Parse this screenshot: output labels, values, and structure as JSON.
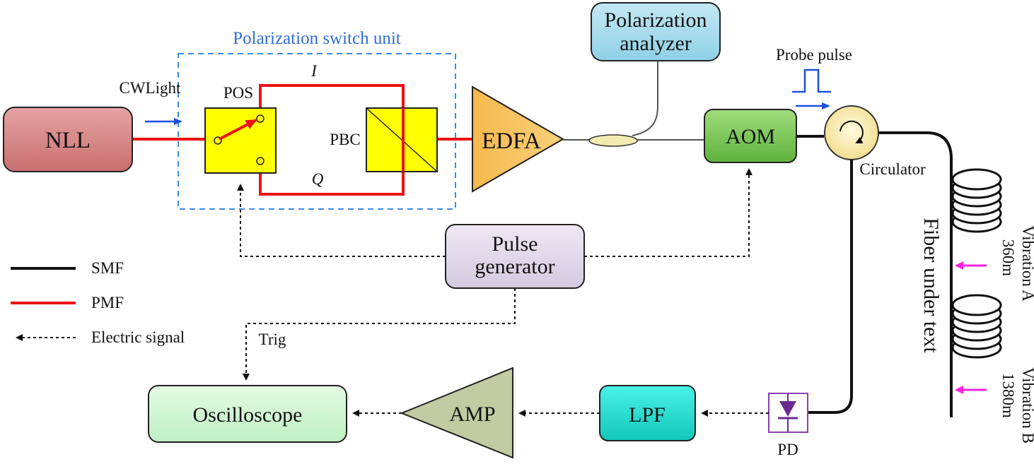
{
  "title": "Polarization switch unit",
  "blocks": {
    "nll": "NLL",
    "edfa": "EDFA",
    "analyzer_line1": "Polarization",
    "analyzer_line2": "analyzer",
    "aom": "AOM",
    "pulse_gen_line1": "Pulse",
    "pulse_gen_line2": "generator",
    "oscilloscope": "Oscilloscope",
    "amp": "AMP",
    "lpf": "LPF"
  },
  "labels": {
    "cwlight": "CWLight",
    "pos": "POS",
    "pbc": "PBC",
    "i_arm": "I",
    "q_arm": "Q",
    "probe_pulse": "Probe pulse",
    "circulator": "Circulator",
    "pd": "PD",
    "trig": "Trig",
    "fiber_under_test": "Fiber under text",
    "vibration_a": "Vibration A",
    "vibration_a_pos": "360m",
    "vibration_b": "Vibration B",
    "vibration_b_pos": "1380m"
  },
  "legend": [
    {
      "label": "SMF",
      "style": "solid-black"
    },
    {
      "label": "PMF",
      "style": "solid-red"
    },
    {
      "label": "Electric signal",
      "style": "dashed-arrow"
    }
  ],
  "colors": {
    "pmf": "#ee1111",
    "smf": "#111111",
    "arrow_blue": "#1f4fe0",
    "title_blue": "#2f6fd1",
    "vibration_magenta": "#ff22dd"
  }
}
